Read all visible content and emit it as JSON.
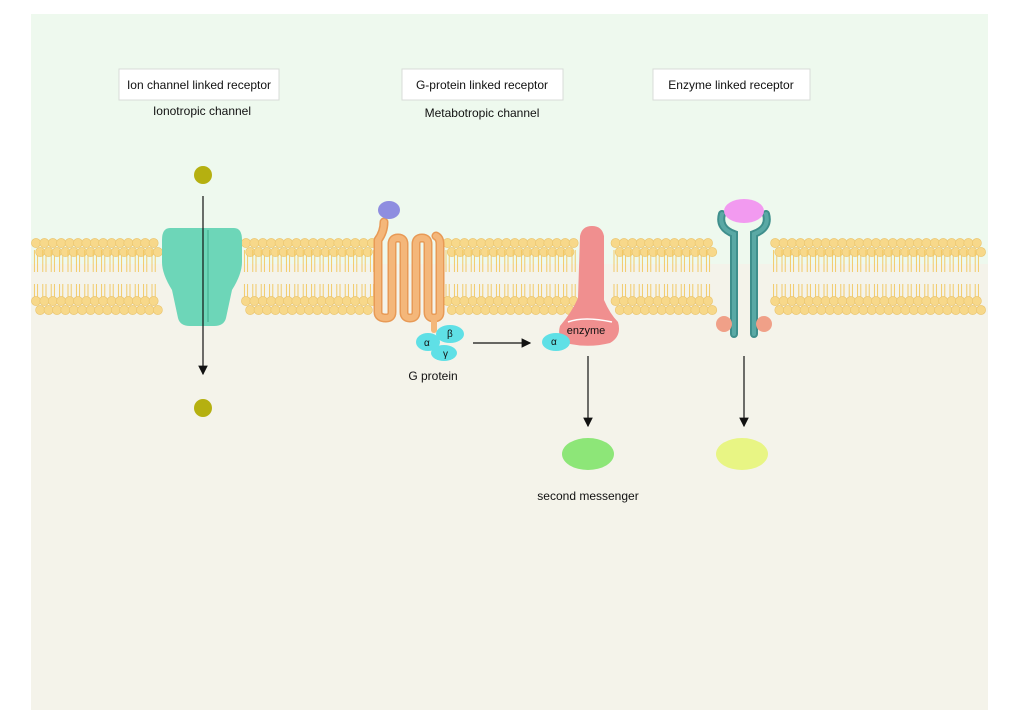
{
  "receptors": {
    "ion_channel": {
      "title": "Ion channel linked receptor",
      "subtitle": "Ionotropic channel"
    },
    "g_protein": {
      "title": "G-protein linked receptor",
      "subtitle": "Metabotropic channel"
    },
    "enzyme": {
      "title": "Enzyme linked receptor"
    }
  },
  "labels": {
    "g_protein": "G protein",
    "enzyme": "enzyme",
    "second_messenger": "second messenger",
    "alpha": "α",
    "beta": "β",
    "gamma": "γ"
  },
  "colors": {
    "extracellular": "#eef9ee",
    "intracellular": "#f4f3ea",
    "lipid_head": "#f7d88a",
    "ion_channel": "#6dd6b8",
    "gpcr": "#f4b77a",
    "ligand_gpcr": "#8e8ee0",
    "g_protein": "#5fe0e6",
    "enzyme": "#f08f8f",
    "ion": "#b5b010",
    "enzyme_receptor": "#3f8f8c",
    "ligand_enzyme": "#f29af0",
    "second_messenger": "#8de678",
    "product": "#e8f584"
  }
}
